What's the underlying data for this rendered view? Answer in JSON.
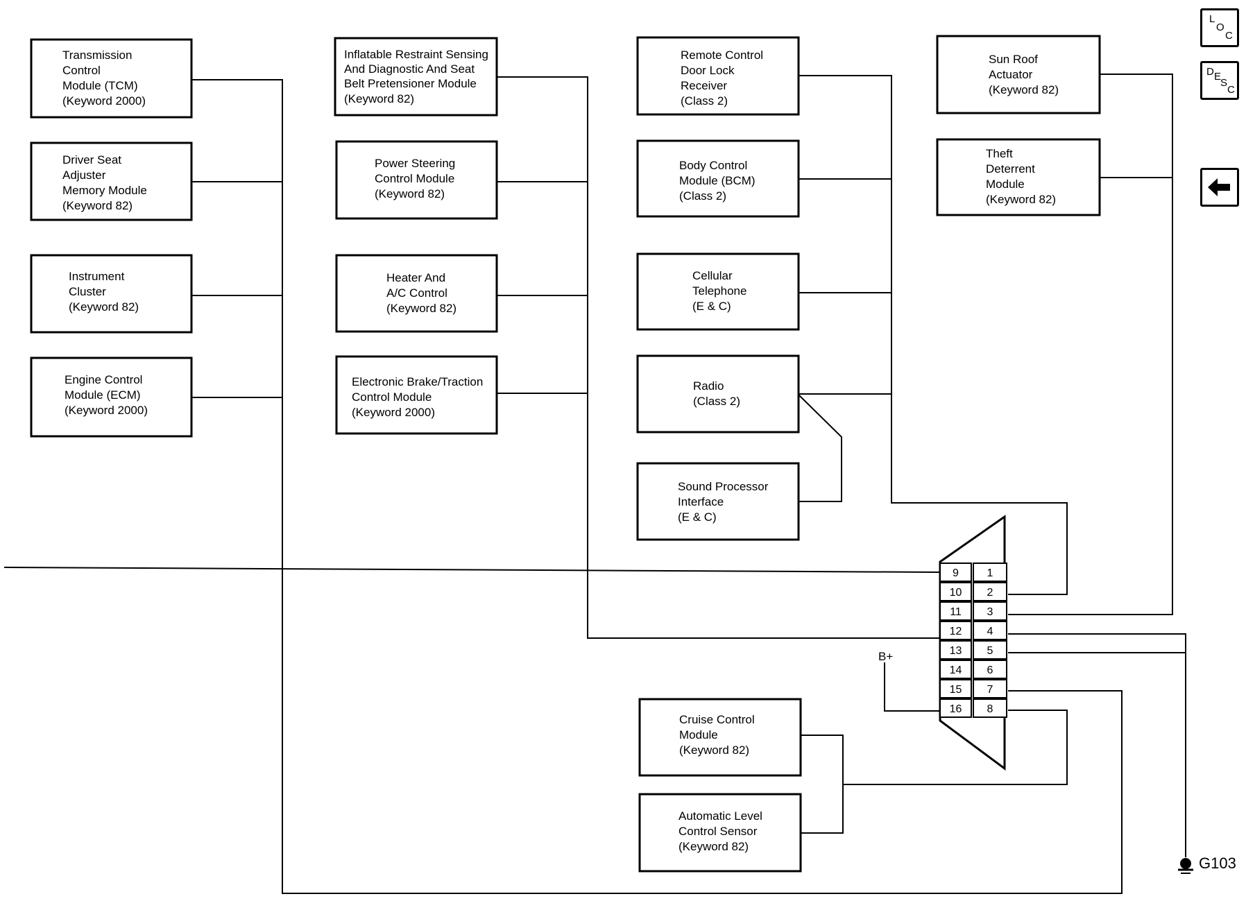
{
  "modules": {
    "tcm": [
      "Transmission",
      "Control",
      "Module (TCM)",
      "(Keyword 2000)"
    ],
    "seat": [
      "Driver Seat",
      "Adjuster",
      "Memory Module",
      "(Keyword 82)"
    ],
    "cluster": [
      "Instrument",
      "Cluster",
      "(Keyword 82)"
    ],
    "ecm": [
      "Engine Control",
      "Module (ECM)",
      "(Keyword 2000)"
    ],
    "inflatable": [
      "Inflatable Restraint Sensing",
      "And Diagnostic And Seat",
      "Belt Pretensioner Module",
      "(Keyword 82)"
    ],
    "power_steering": [
      "Power Steering",
      "Control Module",
      "(Keyword 82)"
    ],
    "heater": [
      "Heater And",
      "A/C Control",
      "(Keyword 82)"
    ],
    "brake": [
      "Electronic Brake/Traction",
      "Control Module",
      "(Keyword 2000)"
    ],
    "door_lock": [
      "Remote Control",
      "Door Lock",
      "Receiver",
      "(Class 2)"
    ],
    "bcm": [
      "Body Control",
      "Module (BCM)",
      "(Class 2)"
    ],
    "cellular": [
      "Cellular",
      "Telephone",
      "(E & C)"
    ],
    "radio": [
      "Radio",
      "(Class 2)"
    ],
    "sound": [
      "Sound Processor",
      "Interface",
      "(E & C)"
    ],
    "sunroof": [
      "Sun Roof",
      "Actuator",
      "(Keyword 82)"
    ],
    "theft": [
      "Theft",
      "Deterrent",
      "Module",
      "(Keyword 82)"
    ],
    "cruise": [
      "Cruise Control",
      "Module",
      "(Keyword 82)"
    ],
    "level": [
      "Automatic Level",
      "Control Sensor",
      "(Keyword 82)"
    ]
  },
  "connector": {
    "left_pins": [
      "9",
      "10",
      "11",
      "12",
      "13",
      "14",
      "15",
      "16"
    ],
    "right_pins": [
      "1",
      "2",
      "3",
      "4",
      "5",
      "6",
      "7",
      "8"
    ]
  },
  "power_label": "B+",
  "ground_label": "G103",
  "nav": {
    "loc": {
      "l1": "L",
      "l2": "O",
      "l3": "C"
    },
    "desc": {
      "l1": "D",
      "l2": "E",
      "l3": "S",
      "l4": "C"
    },
    "back_icon": "left-arrow-icon"
  }
}
